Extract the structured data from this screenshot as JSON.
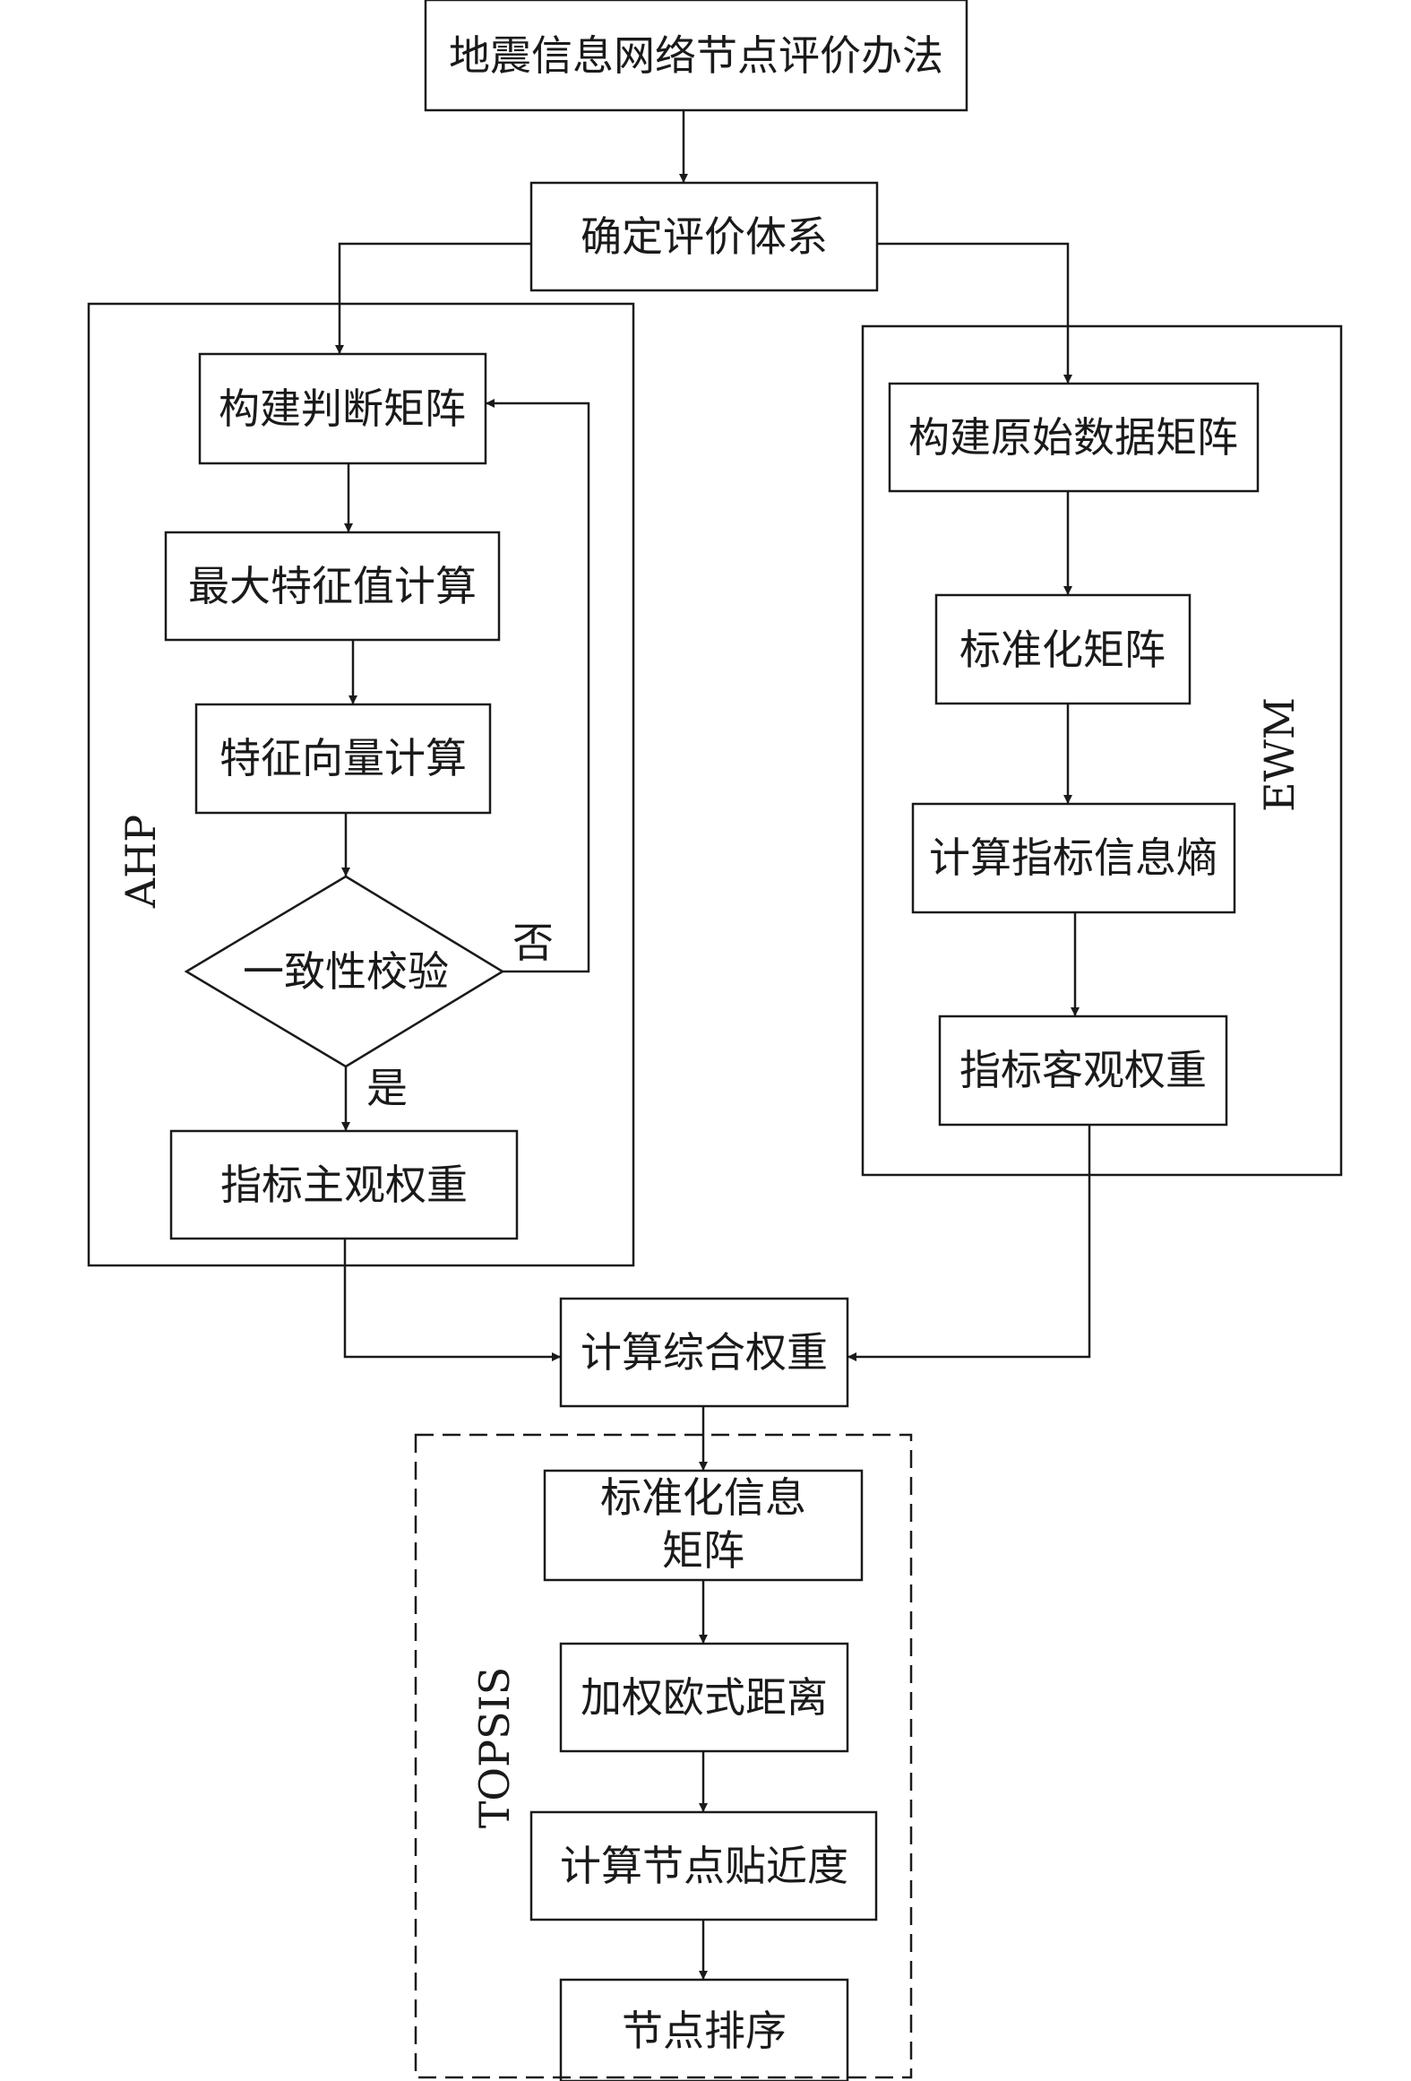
{
  "flow": {
    "title": "地震信息网络节点评价办法",
    "step_system": "确定评价体系",
    "ahp": {
      "label": "AHP",
      "step1": "构建判断矩阵",
      "step2": "最大特征值计算",
      "step3": "特征向量计算",
      "check": "一致性校验",
      "no": "否",
      "yes": "是",
      "result": "指标主观权重"
    },
    "ewm": {
      "label": "EWM",
      "step1": "构建原始数据矩阵",
      "step2": "标准化矩阵",
      "step3": "计算指标信息熵",
      "result": "指标客观权重"
    },
    "combine": "计算综合权重",
    "topsis": {
      "label": "TOPSIS",
      "step1_line1": "标准化信息",
      "step1_line2": "矩阵",
      "step2": "加权欧式距离",
      "step3": "计算节点贴近度",
      "step4": "节点排序"
    }
  },
  "colors": {
    "stroke": "#1a1a1a",
    "background": "#ffffff"
  }
}
